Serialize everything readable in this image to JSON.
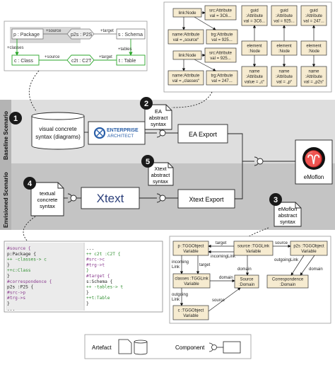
{
  "scenarios": {
    "baseline": "Baseline Scenario",
    "envisioned": "Envisioned Scenario"
  },
  "markers": [
    "1",
    "2",
    "3",
    "4",
    "5"
  ],
  "artefacts": {
    "visual": [
      "visual concrete",
      "syntax (diagrams)"
    ],
    "ea_abstract": [
      "EA",
      "abstract",
      "syntax"
    ],
    "xtext_abstract": [
      "Xtext",
      "abstract",
      "syntax"
    ],
    "textual": [
      "textual",
      "concrete",
      "syntax"
    ],
    "emoflon_abstract": [
      "eMoflon",
      "abstract",
      "syntax"
    ]
  },
  "components": {
    "ea_logo_1": "ENTERPRISE",
    "ea_logo_2": "ARCHITECT",
    "xtext_logo": "Xtext",
    "ea_export": "EA Export",
    "xtext_export": "Xtext Export",
    "emoflon": "eMoflon",
    "emoflon_symbol": "♈"
  },
  "tgg_diagram": {
    "package": "p : Package",
    "p2s": "p2s : P2S",
    "schema": "s : Schema",
    "class": "c : Class",
    "c2t": "c2t : C2T",
    "table": "t : Table",
    "edge_source_top": "+source",
    "edge_target_top": "+target",
    "edge_classes": "+classes",
    "edge_tables": "+tables",
    "edge_source_bottom": "+source",
    "edge_target_bottom": "+target"
  },
  "ea_graph": {
    "link1": "link:Node",
    "src1": [
      "src:Attribute",
      "val = 3C6..."
    ],
    "name1": [
      "name:Attribute",
      "val = „source“"
    ],
    "trg1": [
      "trg:Attribute",
      "val = 925..."
    ],
    "link2": "link:Node",
    "src2": [
      "src:Attribute",
      "val = 925..."
    ],
    "name2": [
      "name:Attribute",
      "val = „classes“"
    ],
    "trg2": [
      "trg:Attribute",
      "val = 247..."
    ],
    "guid_cols": [
      {
        "guid": [
          "guid",
          ":Attribute",
          "val = 3C6..."
        ],
        "element": [
          "element",
          ":Node"
        ],
        "name": [
          "name",
          ":Attribute",
          "value = „c“"
        ]
      },
      {
        "guid": [
          "guid",
          ":Attribute",
          "val = 925..."
        ],
        "element": [
          "element",
          ":Node"
        ],
        "name": [
          "name",
          ":Attribute",
          "val = „p“"
        ]
      },
      {
        "guid": [
          "guid",
          ":Attribute",
          "val = 247..."
        ],
        "element": [
          "element",
          ":Node"
        ],
        "name": [
          "name",
          ":Attribute",
          "val = „p2s“"
        ]
      }
    ]
  },
  "xtext_code": {
    "left": [
      {
        "t": "#source {",
        "c": "#8a3b8f"
      },
      {
        "t": "    p:Package {",
        "c": "#222222"
      },
      {
        "t": "      ++ -classes-> c",
        "c": "#2f8f2f"
      },
      {
        "t": "    }",
        "c": "#222222"
      },
      {
        "t": "    ++c:Class",
        "c": "#2f8f2f"
      },
      {
        "t": "}",
        "c": "#222222"
      },
      {
        "t": "#correspondence {",
        "c": "#8a3b8f"
      },
      {
        "t": "    p2s :P2S {",
        "c": "#222222"
      },
      {
        "t": "      #src->p",
        "c": "#8a3b8f"
      },
      {
        "t": "      #trg->s",
        "c": "#8a3b8f"
      },
      {
        "t": "    }",
        "c": "#222222"
      },
      {
        "t": "...",
        "c": "#222222"
      }
    ],
    "right": [
      {
        "t": "...",
        "c": "#222222"
      },
      {
        "t": "    ++ c2t :C2T {",
        "c": "#2f8f2f"
      },
      {
        "t": "        #src->c",
        "c": "#8a3b8f"
      },
      {
        "t": "        #trg->t",
        "c": "#8a3b8f"
      },
      {
        "t": "    }",
        "c": "#2f8f2f"
      },
      {
        "t": "#target {",
        "c": "#8a3b8f"
      },
      {
        "t": "    s:Schema {",
        "c": "#222222"
      },
      {
        "t": "      ++ -tables-> t",
        "c": "#2f8f2f"
      },
      {
        "t": "    }",
        "c": "#222222"
      },
      {
        "t": "    ++t:Table",
        "c": "#2f8f2f"
      },
      {
        "t": "}",
        "c": "#222222"
      }
    ]
  },
  "emoflon_graph": {
    "p": [
      "p :TGGObject",
      "Variable"
    ],
    "source": [
      "source :TGGLink",
      "Variable"
    ],
    "p2s": [
      "p2s :TGGObject",
      "Variable"
    ],
    "classes": [
      "classes :TGGLink",
      "Variable"
    ],
    "source_domain": [
      "Source",
      ":Domain"
    ],
    "corr_domain": [
      "Correspondence",
      ":Domain"
    ],
    "c": [
      "c :TGGObject",
      "Variable"
    ],
    "lbl_target": "target",
    "lbl_source": "source",
    "lbl_incoming": "incomingLink",
    "lbl_outgoing": "outgoingLink",
    "lbl_incoming_left": [
      "incoming",
      "Link"
    ],
    "lbl_target_left": "target",
    "lbl_domain1": "domain",
    "lbl_domain2": "domain",
    "lbl_domain3": "domain",
    "lbl_outgoing_left": [
      "outgoing",
      "Link"
    ],
    "lbl_source_left": "source"
  },
  "legend": {
    "artefact": "Artefact",
    "component": "Component"
  },
  "colors": {
    "band_baseline": "#dedede",
    "band_envisioned": "#c4c4c4",
    "node_fill": "#f6ebd0",
    "green": "#2aa52a",
    "marker": "#1a1a1a",
    "code_bg": "#ebebeb"
  }
}
